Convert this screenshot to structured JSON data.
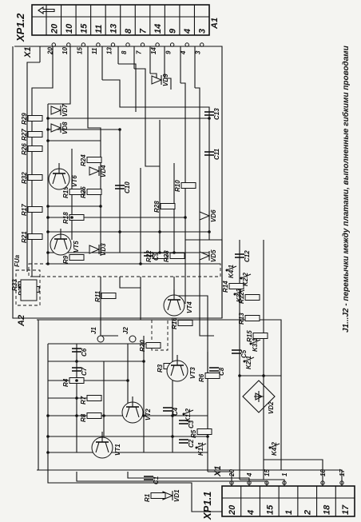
{
  "connectors": {
    "top": {
      "name": "XP1.2",
      "pins": [
        "20",
        "10",
        "15",
        "11",
        "13",
        "8",
        "7",
        "14",
        "9",
        "4",
        "3"
      ],
      "board_name": "X1",
      "board_pins": [
        "20",
        "10",
        "15",
        "11",
        "13",
        "8",
        "7",
        "14",
        "9",
        "4",
        "3"
      ]
    },
    "bottom": {
      "name": "XP1.1",
      "pins": [
        "20",
        "4",
        "15",
        "1",
        "2",
        "18",
        "17"
      ],
      "board_name": "X1",
      "board_pins": [
        "20",
        "4",
        "15",
        "1",
        "18",
        "17"
      ]
    }
  },
  "blocks": {
    "a1": "A1",
    "a2": "A2",
    "fu": "FUa"
  },
  "parts": {
    "diodes": [
      "VD7",
      "VD8",
      "VD4",
      "VD3",
      "VD6",
      "VD5",
      "VD9",
      "VD1",
      "VD2"
    ],
    "resistors": [
      "R29",
      "R27",
      "R26",
      "R24",
      "R32",
      "R19",
      "R25",
      "R17",
      "R18",
      "R21",
      "R22",
      "R23",
      "R9",
      "R33",
      "R30",
      "R28",
      "R10",
      "R11",
      "R20",
      "R16",
      "R3",
      "R7",
      "R8",
      "R4",
      "R6",
      "R5",
      "R1",
      "R14",
      "R12",
      "R13",
      "R15"
    ],
    "capacitors": [
      "C13",
      "C11",
      "C10",
      "C9",
      "C12",
      "C8",
      "C5",
      "C6",
      "C7",
      "C4",
      "C3",
      "C2",
      "C1"
    ],
    "transistors": [
      "VT6",
      "VT5",
      "VT4",
      "VT3",
      "VT2",
      "VT1"
    ],
    "relays": [
      "K4.1",
      "K2.2",
      "K3.2",
      "K1.2",
      "K3.1",
      "K1.1",
      "K4.2",
      "K2.1"
    ],
    "jumpers": [
      "J1",
      "J2"
    ]
  },
  "note": "J1...J2 - перемычки между платами, выполненные гибкими проводами"
}
